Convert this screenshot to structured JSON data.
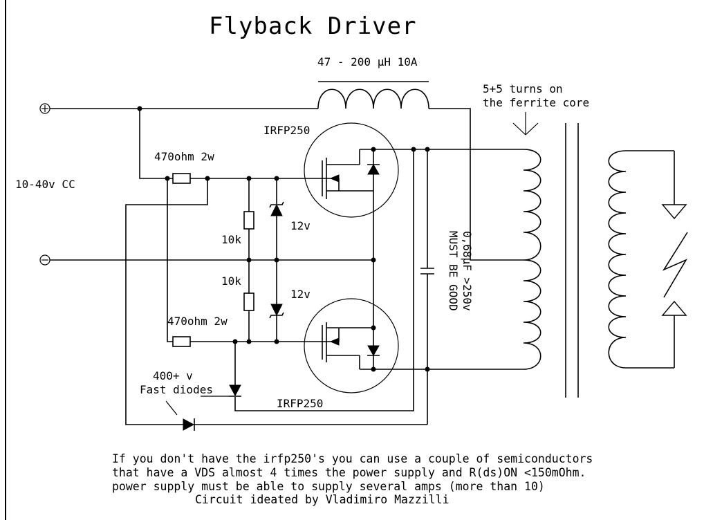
{
  "title": "Flyback Driver",
  "labels": {
    "inductor": "47 - 200 µH 10A",
    "turns_line1": "5+5 turns on",
    "turns_line2": "the ferrite core",
    "supply": "10-40v CC",
    "plus_terminal": "+",
    "minus_terminal": "-",
    "mosfet_top": "IRFP250",
    "mosfet_bottom": "IRFP250",
    "resistor_top": "470ohm 2w",
    "resistor_bottom": "470ohm 2w",
    "resistor_10k_top": "10k",
    "resistor_10k_bottom": "10k",
    "zener_top": "12v",
    "zener_bottom": "12v",
    "capacitor_line1": "0,68µF >250v",
    "capacitor_line2": "MUST BE GOOD",
    "diodes_line1": "400+ v",
    "diodes_line2": "Fast diodes"
  },
  "notes": [
    "If you don't have the irfp250's you can use a couple of semiconductors",
    "that have a VDS almost 4 times the power supply and R(ds)ON <150mOhm.",
    "power supply must be able to supply several amps (more than 10)",
    "Circuit ideated by Vladimiro Mazzilli"
  ]
}
